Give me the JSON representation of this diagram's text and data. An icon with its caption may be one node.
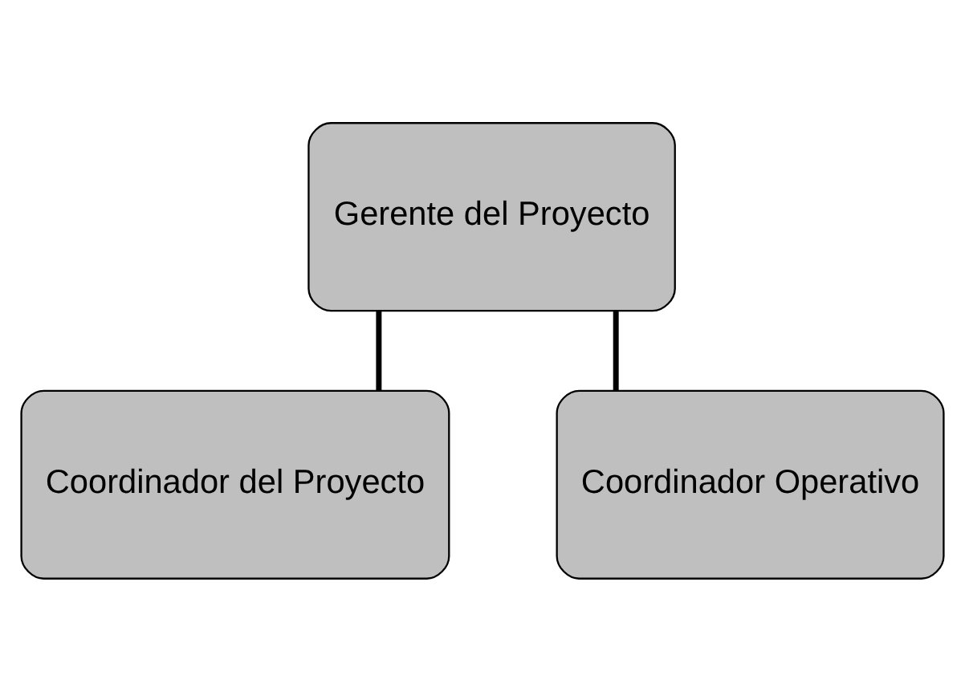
{
  "diagram": {
    "nodes": [
      {
        "text": [
          "Gerente del Proyecto"
        ]
      },
      {
        "text": [
          "Coordinador del Proyecto"
        ]
      },
      {
        "text": [
          "Coordinador Operativo"
        ]
      }
    ],
    "edges": [
      {
        "from": 0,
        "to": 1,
        "arrow": "none"
      },
      {
        "from": 0,
        "to": 2,
        "arrow": "none"
      }
    ]
  }
}
